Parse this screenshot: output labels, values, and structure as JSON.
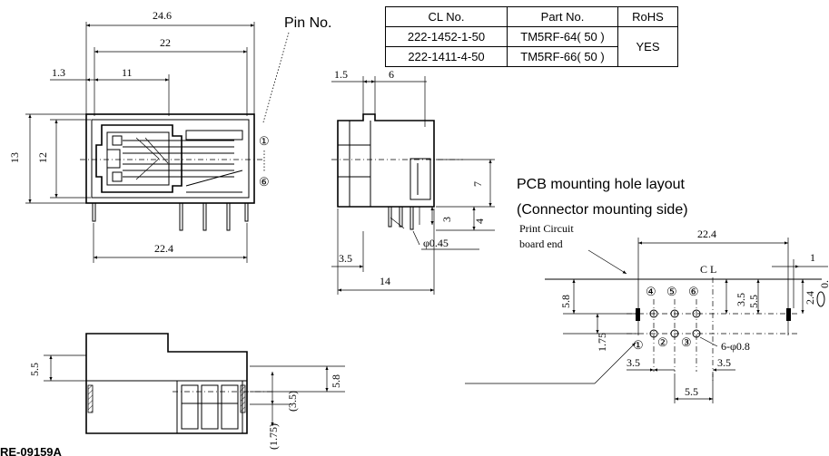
{
  "table": {
    "headers": [
      "CL No.",
      "Part No.",
      "RoHS"
    ],
    "rows": [
      {
        "cl_no": "222-1452-1-50",
        "part_no": "TM5RF-64( 50 )"
      },
      {
        "cl_no": "222-1411-4-50",
        "part_no": "TM5RF-66( 50 )"
      }
    ],
    "rohs": "YES"
  },
  "labels": {
    "pin_no": "Pin No.",
    "pin_1": "①",
    "pin_6": "⑥",
    "pcb_title": "PCB mounting hole layout",
    "pcb_subtitle": "(Connector mounting side)",
    "print_circuit_1": "Print Circuit",
    "print_circuit_2": "board end",
    "center_line": "C L",
    "hole_dia": "6-φ0.8",
    "pin_dia": "φ0.45",
    "bottom_fragment": "RE-09159A"
  },
  "pcb_pins": [
    "①",
    "②",
    "③",
    "④",
    "⑤",
    "⑥"
  ],
  "dimensions": {
    "front_width_total": "24.6",
    "front_width_inner": "22",
    "front_left_offset": "1.3",
    "front_pin_span": "11",
    "front_height": "13",
    "front_inner_height": "12",
    "front_bottom_width": "22.4",
    "side_1_5": "1.5",
    "side_6": "6",
    "side_7": "7",
    "side_4": "4",
    "side_3": "3",
    "side_3_5": "3.5",
    "side_14": "14",
    "bottom_5_5": "5.5",
    "bottom_5_8": "5.8",
    "bottom_3_5_paren": "(3.5)",
    "bottom_1_75_paren": "(1.75)",
    "pcb_22_4": "22.4",
    "pcb_1": "1",
    "pcb_5_8": "5.8",
    "pcb_1_75": "1.75",
    "pcb_3_5_right": "3.5",
    "pcb_5_5_right": "5.5",
    "pcb_2_4": "2.4",
    "pcb_0": "0.",
    "pcb_3_5_left": "3.5",
    "pcb_3_5_mid": "3.5",
    "pcb_5_5_bottom": "5.5"
  }
}
